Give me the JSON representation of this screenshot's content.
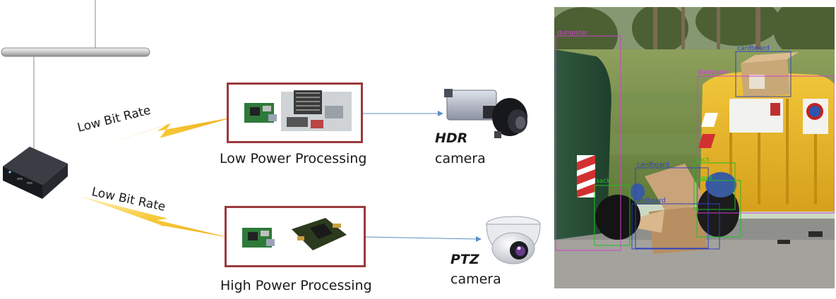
{
  "links": [
    {
      "label": "Low Bit Rate"
    },
    {
      "label": "Low Bit Rate"
    }
  ],
  "processing": [
    {
      "label": "Low Power Processing"
    },
    {
      "label": "High Power Processing"
    }
  ],
  "cameras": [
    {
      "type": "HDR",
      "word": "camera"
    },
    {
      "type": "PTZ",
      "word": "camera"
    }
  ],
  "detections": [
    {
      "label": "dumpster",
      "color": "#d040d0"
    },
    {
      "label": "cardboard",
      "color": "#3040c0"
    },
    {
      "label": "dumpster",
      "color": "#d040d0"
    },
    {
      "label": "sack",
      "color": "#20c020"
    },
    {
      "label": "cardboard",
      "color": "#3040c0"
    },
    {
      "label": "sack",
      "color": "#20c020"
    },
    {
      "label": "sack",
      "color": "#20c020"
    },
    {
      "label": "cardboard",
      "color": "#3040c0"
    }
  ],
  "colors": {
    "box_border": "#9b3a3e",
    "lightning": "#f5c43a",
    "connector": "#5b8fc7"
  }
}
